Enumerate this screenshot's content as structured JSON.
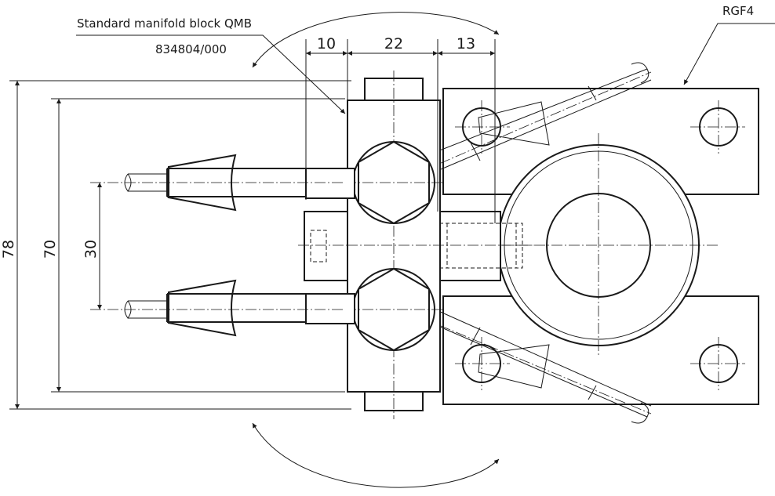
{
  "labels": {
    "manifold_block": "Standard manifold block QMB",
    "part_number": "834804/000",
    "model": "RGF4"
  },
  "dimensions": {
    "d10": "10",
    "d22": "22",
    "d13": "13",
    "d78": "78",
    "d70": "70",
    "d30": "30"
  }
}
